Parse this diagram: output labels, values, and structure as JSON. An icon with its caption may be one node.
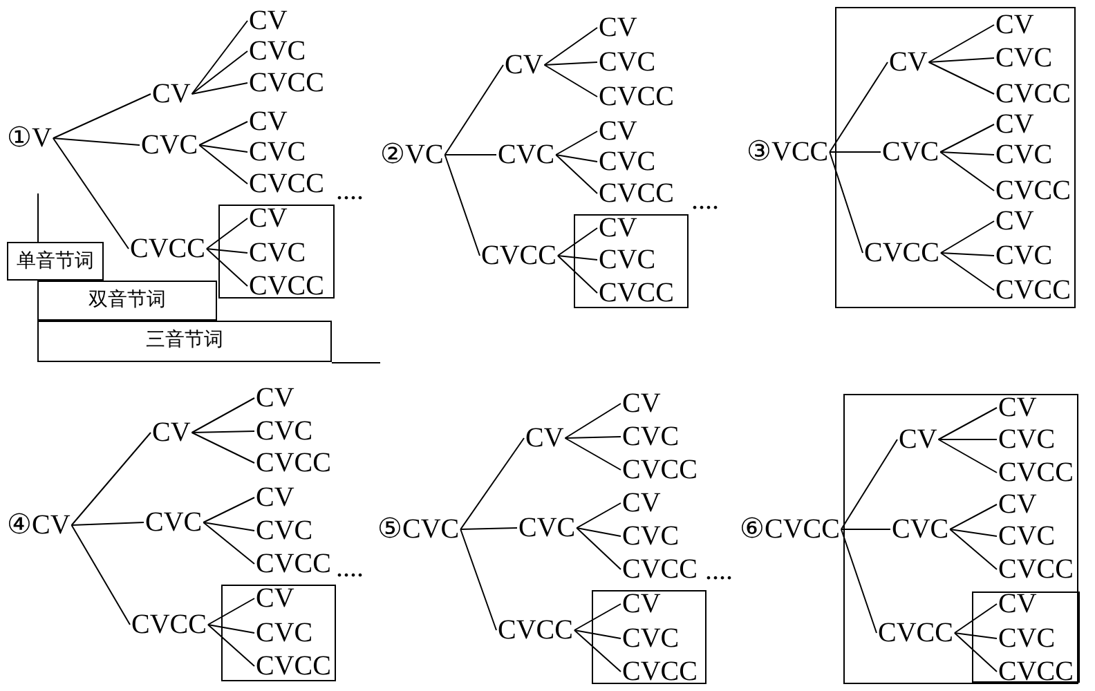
{
  "diagram": {
    "nodes": [
      {
        "text": [
          "①V"
        ]
      },
      {
        "text": [
          "CV"
        ]
      },
      {
        "text": [
          "CVC"
        ]
      },
      {
        "text": [
          "CVCC"
        ]
      },
      {
        "text": [
          "CV"
        ]
      },
      {
        "text": [
          "CVC"
        ]
      },
      {
        "text": [
          "CVCC"
        ]
      },
      {
        "text": [
          "CV"
        ]
      },
      {
        "text": [
          "CVC"
        ]
      },
      {
        "text": [
          "CVCC"
        ]
      },
      {
        "text": [],
        "shape": "box"
      },
      {
        "text": [
          "CV"
        ],
        "in": 10
      },
      {
        "text": [
          "CVC"
        ],
        "in": 10
      },
      {
        "text": [
          "CVCC"
        ],
        "in": 10
      },
      {
        "text": [
          "单音节词"
        ]
      },
      {
        "text": [
          "双音节词"
        ]
      },
      {
        "text": [
          "三音节词"
        ]
      },
      {
        "text": [
          "②VC"
        ]
      },
      {
        "text": [
          "CV"
        ]
      },
      {
        "text": [
          "CVC"
        ]
      },
      {
        "text": [
          "CVCC"
        ]
      },
      {
        "text": [
          "CV"
        ]
      },
      {
        "text": [
          "CVC"
        ]
      },
      {
        "text": [
          "CVCC"
        ]
      },
      {
        "text": [
          "CV"
        ]
      },
      {
        "text": [
          "CVC"
        ]
      },
      {
        "text": [
          "CVCC"
        ]
      },
      {
        "text": [],
        "shape": "box"
      },
      {
        "text": [
          "CV"
        ],
        "in": 27
      },
      {
        "text": [
          "CVC"
        ],
        "in": 27
      },
      {
        "text": [
          "CVCC"
        ],
        "in": 27
      },
      {
        "text": [
          "③VCC"
        ]
      },
      {
        "text": [],
        "shape": "box"
      },
      {
        "text": [
          "CV"
        ],
        "in": 32
      },
      {
        "text": [
          "CVC"
        ],
        "in": 32
      },
      {
        "text": [
          "CVCC"
        ],
        "in": 32
      },
      {
        "text": [
          "CV"
        ],
        "in": 32
      },
      {
        "text": [
          "CVC"
        ],
        "in": 32
      },
      {
        "text": [
          "CVCC"
        ],
        "in": 32
      },
      {
        "text": [
          "CV"
        ],
        "in": 32
      },
      {
        "text": [
          "CVC"
        ],
        "in": 32
      },
      {
        "text": [
          "CVCC"
        ],
        "in": 32
      },
      {
        "text": [
          "CV"
        ],
        "in": 32
      },
      {
        "text": [
          "CVC"
        ],
        "in": 32
      },
      {
        "text": [
          "CVCC"
        ],
        "in": 32
      },
      {
        "text": [
          "④CV"
        ]
      },
      {
        "text": [
          "CV"
        ]
      },
      {
        "text": [
          "CVC"
        ]
      },
      {
        "text": [
          "CVCC"
        ]
      },
      {
        "text": [
          "CV"
        ]
      },
      {
        "text": [
          "CVC"
        ]
      },
      {
        "text": [
          "CVCC"
        ]
      },
      {
        "text": [
          "CV"
        ]
      },
      {
        "text": [
          "CVC"
        ]
      },
      {
        "text": [
          "CVCC"
        ]
      },
      {
        "text": [],
        "shape": "box"
      },
      {
        "text": [
          "CV"
        ],
        "in": 55
      },
      {
        "text": [
          "CVC"
        ],
        "in": 55
      },
      {
        "text": [
          "CVCC"
        ],
        "in": 55
      },
      {
        "text": [
          "⑤CVC"
        ]
      },
      {
        "text": [
          "CV"
        ]
      },
      {
        "text": [
          "CVC"
        ]
      },
      {
        "text": [
          "CVCC"
        ]
      },
      {
        "text": [
          "CV"
        ]
      },
      {
        "text": [
          "CVC"
        ]
      },
      {
        "text": [
          "CVCC"
        ]
      },
      {
        "text": [
          "CV"
        ]
      },
      {
        "text": [
          "CVC"
        ]
      },
      {
        "text": [
          "CVCC"
        ]
      },
      {
        "text": [],
        "shape": "box"
      },
      {
        "text": [
          "CV"
        ],
        "in": 69
      },
      {
        "text": [
          "CVC"
        ],
        "in": 69
      },
      {
        "text": [
          "CVCC"
        ],
        "in": 69
      },
      {
        "text": [
          "⑥CVCC"
        ]
      },
      {
        "text": [],
        "shape": "box"
      },
      {
        "text": [
          "CV"
        ],
        "in": 74
      },
      {
        "text": [
          "CVC"
        ],
        "in": 74
      },
      {
        "text": [
          "CVCC"
        ],
        "in": 74
      },
      {
        "text": [
          "CV"
        ],
        "in": 74
      },
      {
        "text": [
          "CVC"
        ],
        "in": 74
      },
      {
        "text": [
          "CVCC"
        ],
        "in": 74
      },
      {
        "text": [
          "CV"
        ],
        "in": 74
      },
      {
        "text": [
          "CVC"
        ],
        "in": 74
      },
      {
        "text": [
          "CVCC"
        ],
        "in": 74
      },
      {
        "text": [],
        "shape": "box",
        "in": 74
      },
      {
        "text": [
          "CV"
        ],
        "in": 84
      },
      {
        "text": [
          "CVC"
        ],
        "in": 84
      },
      {
        "text": [
          "CVCC"
        ],
        "in": 84
      }
    ],
    "edges": [
      {
        "from": 0,
        "to": 1,
        "arrow": "none"
      },
      {
        "from": 0,
        "to": 2,
        "arrow": "none"
      },
      {
        "from": 0,
        "to": 3,
        "arrow": "none"
      },
      {
        "from": 1,
        "to": 4,
        "arrow": "none"
      },
      {
        "from": 1,
        "to": 5,
        "arrow": "none"
      },
      {
        "from": 1,
        "to": 6,
        "arrow": "none"
      },
      {
        "from": 2,
        "to": 7,
        "arrow": "none"
      },
      {
        "from": 2,
        "to": 8,
        "arrow": "none"
      },
      {
        "from": 2,
        "to": 9,
        "arrow": "none"
      },
      {
        "from": 3,
        "to": 11,
        "arrow": "none"
      },
      {
        "from": 3,
        "to": 12,
        "arrow": "none"
      },
      {
        "from": 3,
        "to": 13,
        "arrow": "none"
      },
      {
        "from": 17,
        "to": 18,
        "arrow": "none"
      },
      {
        "from": 17,
        "to": 19,
        "arrow": "none"
      },
      {
        "from": 17,
        "to": 20,
        "arrow": "none"
      },
      {
        "from": 18,
        "to": 21,
        "arrow": "none"
      },
      {
        "from": 18,
        "to": 22,
        "arrow": "none"
      },
      {
        "from": 18,
        "to": 23,
        "arrow": "none"
      },
      {
        "from": 19,
        "to": 24,
        "arrow": "none"
      },
      {
        "from": 19,
        "to": 25,
        "arrow": "none"
      },
      {
        "from": 19,
        "to": 26,
        "arrow": "none"
      },
      {
        "from": 20,
        "to": 28,
        "arrow": "none"
      },
      {
        "from": 20,
        "to": 29,
        "arrow": "none"
      },
      {
        "from": 20,
        "to": 30,
        "arrow": "none"
      },
      {
        "from": 31,
        "to": 33,
        "arrow": "none"
      },
      {
        "from": 31,
        "to": 34,
        "arrow": "none"
      },
      {
        "from": 31,
        "to": 35,
        "arrow": "none"
      },
      {
        "from": 33,
        "to": 36,
        "arrow": "none"
      },
      {
        "from": 33,
        "to": 37,
        "arrow": "none"
      },
      {
        "from": 33,
        "to": 38,
        "arrow": "none"
      },
      {
        "from": 34,
        "to": 39,
        "arrow": "none"
      },
      {
        "from": 34,
        "to": 40,
        "arrow": "none"
      },
      {
        "from": 34,
        "to": 41,
        "arrow": "none"
      },
      {
        "from": 35,
        "to": 42,
        "arrow": "none"
      },
      {
        "from": 35,
        "to": 43,
        "arrow": "none"
      },
      {
        "from": 35,
        "to": 44,
        "arrow": "none"
      },
      {
        "from": 45,
        "to": 46,
        "arrow": "none"
      },
      {
        "from": 45,
        "to": 47,
        "arrow": "none"
      },
      {
        "from": 45,
        "to": 48,
        "arrow": "none"
      },
      {
        "from": 46,
        "to": 49,
        "arrow": "none"
      },
      {
        "from": 46,
        "to": 50,
        "arrow": "none"
      },
      {
        "from": 46,
        "to": 51,
        "arrow": "none"
      },
      {
        "from": 47,
        "to": 52,
        "arrow": "none"
      },
      {
        "from": 47,
        "to": 53,
        "arrow": "none"
      },
      {
        "from": 47,
        "to": 54,
        "arrow": "none"
      },
      {
        "from": 48,
        "to": 56,
        "arrow": "none"
      },
      {
        "from": 48,
        "to": 57,
        "arrow": "none"
      },
      {
        "from": 48,
        "to": 58,
        "arrow": "none"
      },
      {
        "from": 59,
        "to": 60,
        "arrow": "none"
      },
      {
        "from": 59,
        "to": 61,
        "arrow": "none"
      },
      {
        "from": 59,
        "to": 62,
        "arrow": "none"
      },
      {
        "from": 60,
        "to": 63,
        "arrow": "none"
      },
      {
        "from": 60,
        "to": 64,
        "arrow": "none"
      },
      {
        "from": 60,
        "to": 65,
        "arrow": "none"
      },
      {
        "from": 61,
        "to": 66,
        "arrow": "none"
      },
      {
        "from": 61,
        "to": 67,
        "arrow": "none"
      },
      {
        "from": 61,
        "to": 68,
        "arrow": "none"
      },
      {
        "from": 62,
        "to": 70,
        "arrow": "none"
      },
      {
        "from": 62,
        "to": 71,
        "arrow": "none"
      },
      {
        "from": 62,
        "to": 72,
        "arrow": "none"
      },
      {
        "from": 73,
        "to": 75,
        "arrow": "none"
      },
      {
        "from": 73,
        "to": 76,
        "arrow": "none"
      },
      {
        "from": 73,
        "to": 77,
        "arrow": "none"
      },
      {
        "from": 75,
        "to": 78,
        "arrow": "none"
      },
      {
        "from": 75,
        "to": 79,
        "arrow": "none"
      },
      {
        "from": 75,
        "to": 80,
        "arrow": "none"
      },
      {
        "from": 76,
        "to": 81,
        "arrow": "none"
      },
      {
        "from": 76,
        "to": 82,
        "arrow": "none"
      },
      {
        "from": 76,
        "to": 83,
        "arrow": "none"
      },
      {
        "from": 77,
        "to": 85,
        "arrow": "none"
      },
      {
        "from": 77,
        "to": 86,
        "arrow": "none"
      },
      {
        "from": 77,
        "to": 87,
        "arrow": "none"
      }
    ],
    "labels": [
      "....",
      "....",
      "....",
      "...."
    ]
  }
}
